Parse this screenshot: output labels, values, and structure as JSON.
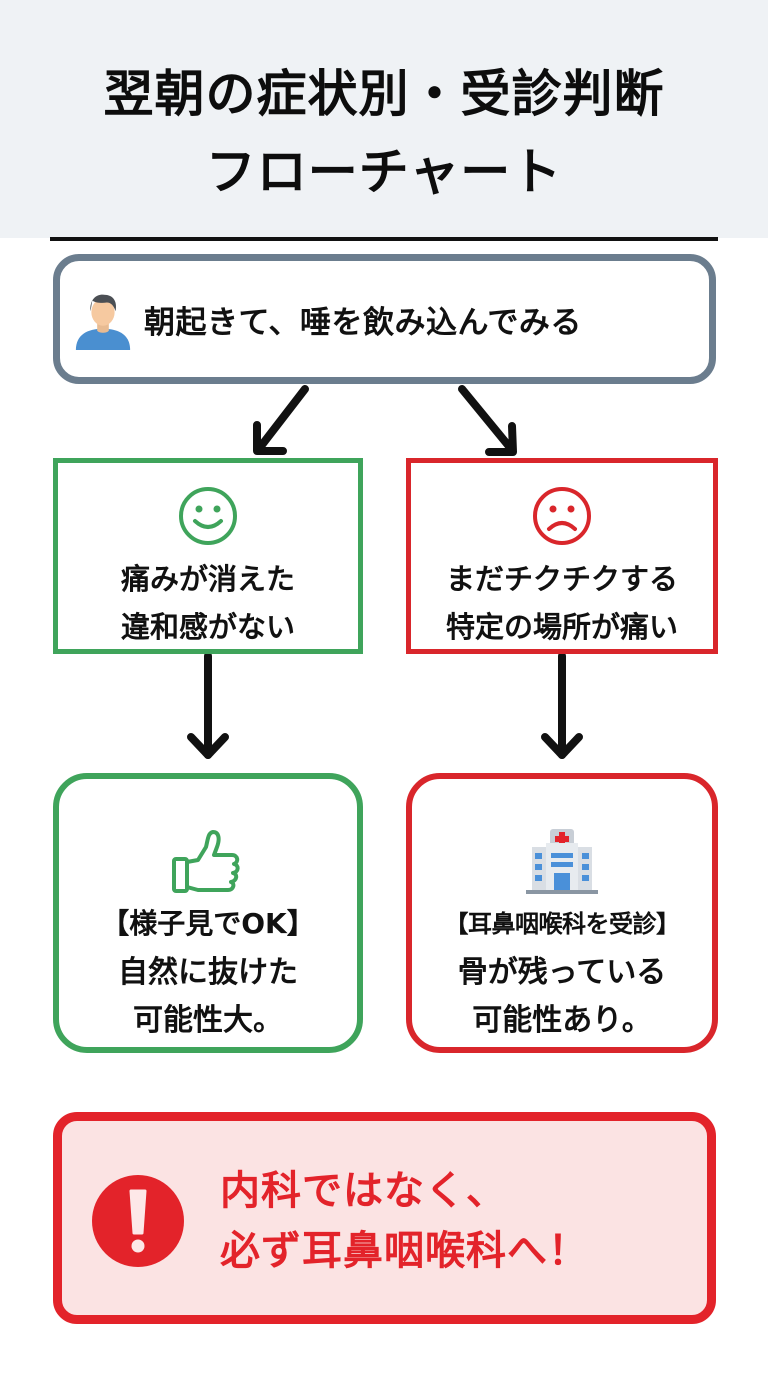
{
  "title": {
    "line1": "翌朝の症状別・受診判断",
    "line2": "フローチャート"
  },
  "start": {
    "icon": "person-icon",
    "text": "朝起きて、唾を飲み込んでみる"
  },
  "branches": [
    {
      "status": "good",
      "color": "#3fa45b",
      "question": {
        "icon": "smiley-face-icon",
        "lines": [
          "痛みが消えた",
          "違和感がない"
        ]
      },
      "result": {
        "icon": "thumbs-up-icon",
        "tag": "【様子見でOK】",
        "lines": [
          "自然に抜けた",
          "可能性大。"
        ]
      }
    },
    {
      "status": "bad",
      "color": "#d9262b",
      "question": {
        "icon": "sad-face-icon",
        "lines": [
          "まだチクチクする",
          "特定の場所が痛い"
        ]
      },
      "result": {
        "icon": "hospital-icon",
        "tag": "【耳鼻咽喉科を受診】",
        "lines": [
          "骨が残っている",
          "可能性あり。"
        ]
      }
    }
  ],
  "warning": {
    "icon": "exclamation-icon",
    "color": "#e3232a",
    "lines": [
      "内科ではなく、",
      "必ず耳鼻咽喉科へ！"
    ]
  }
}
